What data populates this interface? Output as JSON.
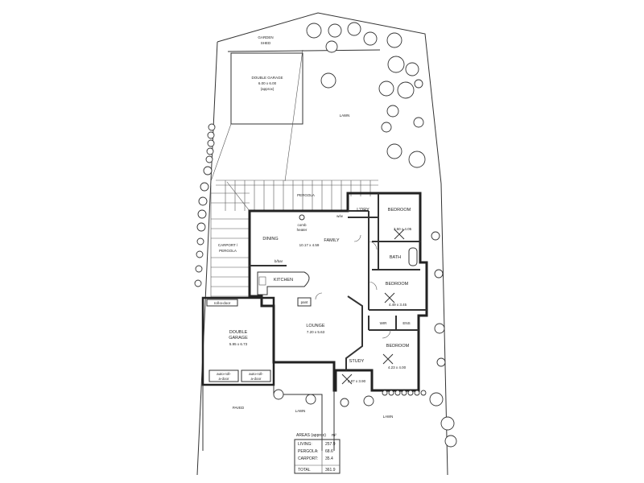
{
  "labels": {
    "garden_shed": [
      "GARDEN",
      "SHED"
    ],
    "rear_garage": [
      "DOUBLE GARAGE",
      "6.00 x 6.00",
      "(approx)"
    ],
    "lawn_rear": "LAWN",
    "pergola": "PERGOLA",
    "carport": [
      "CARPORT /",
      "PERGOLA"
    ],
    "dining": "DINING",
    "family": "FAMILY",
    "family_size": "10.17 x 4.59",
    "comb_heater": [
      "comb",
      "heater"
    ],
    "brbar": "b/bar",
    "kitchen": "KITCHEN",
    "lounge": [
      "LOUNGE",
      "7.20 x 5.63"
    ],
    "ldry": "L'DRY",
    "bed1": [
      "BEDROOM",
      "3.50 x 4.05"
    ],
    "bath": "BATH",
    "bed2": [
      "BEDROOM",
      "4.49 x 3.45"
    ],
    "wir": "WIR",
    "ens": "ENS",
    "bed3": [
      "BEDROOM",
      "4.23 x 4.00"
    ],
    "study": [
      "STUDY",
      "2.87 x 3.90"
    ],
    "front_garage": [
      "DOUBLE",
      "GARAGE",
      "5.95 x 6.73"
    ],
    "roll_a_door": "roll-a-door",
    "auto_roll_a_door": [
      "auto-roll-",
      "a-door"
    ],
    "paved": "PAVED",
    "lawn_front_left": "LAWN",
    "lawn_front_right": "LAWN",
    "pant": "pant",
    "ww": "w/w"
  },
  "areas_table": {
    "title": "AREAS (approx)",
    "unit": "m²",
    "rows": [
      {
        "label": "LIVING:",
        "value": "257.9"
      },
      {
        "label": "PERGOLA:",
        "value": "68.6"
      },
      {
        "label": "CARPORT:",
        "value": "35.4"
      },
      {
        "label": "TOTAL",
        "value": "361.9"
      }
    ]
  }
}
